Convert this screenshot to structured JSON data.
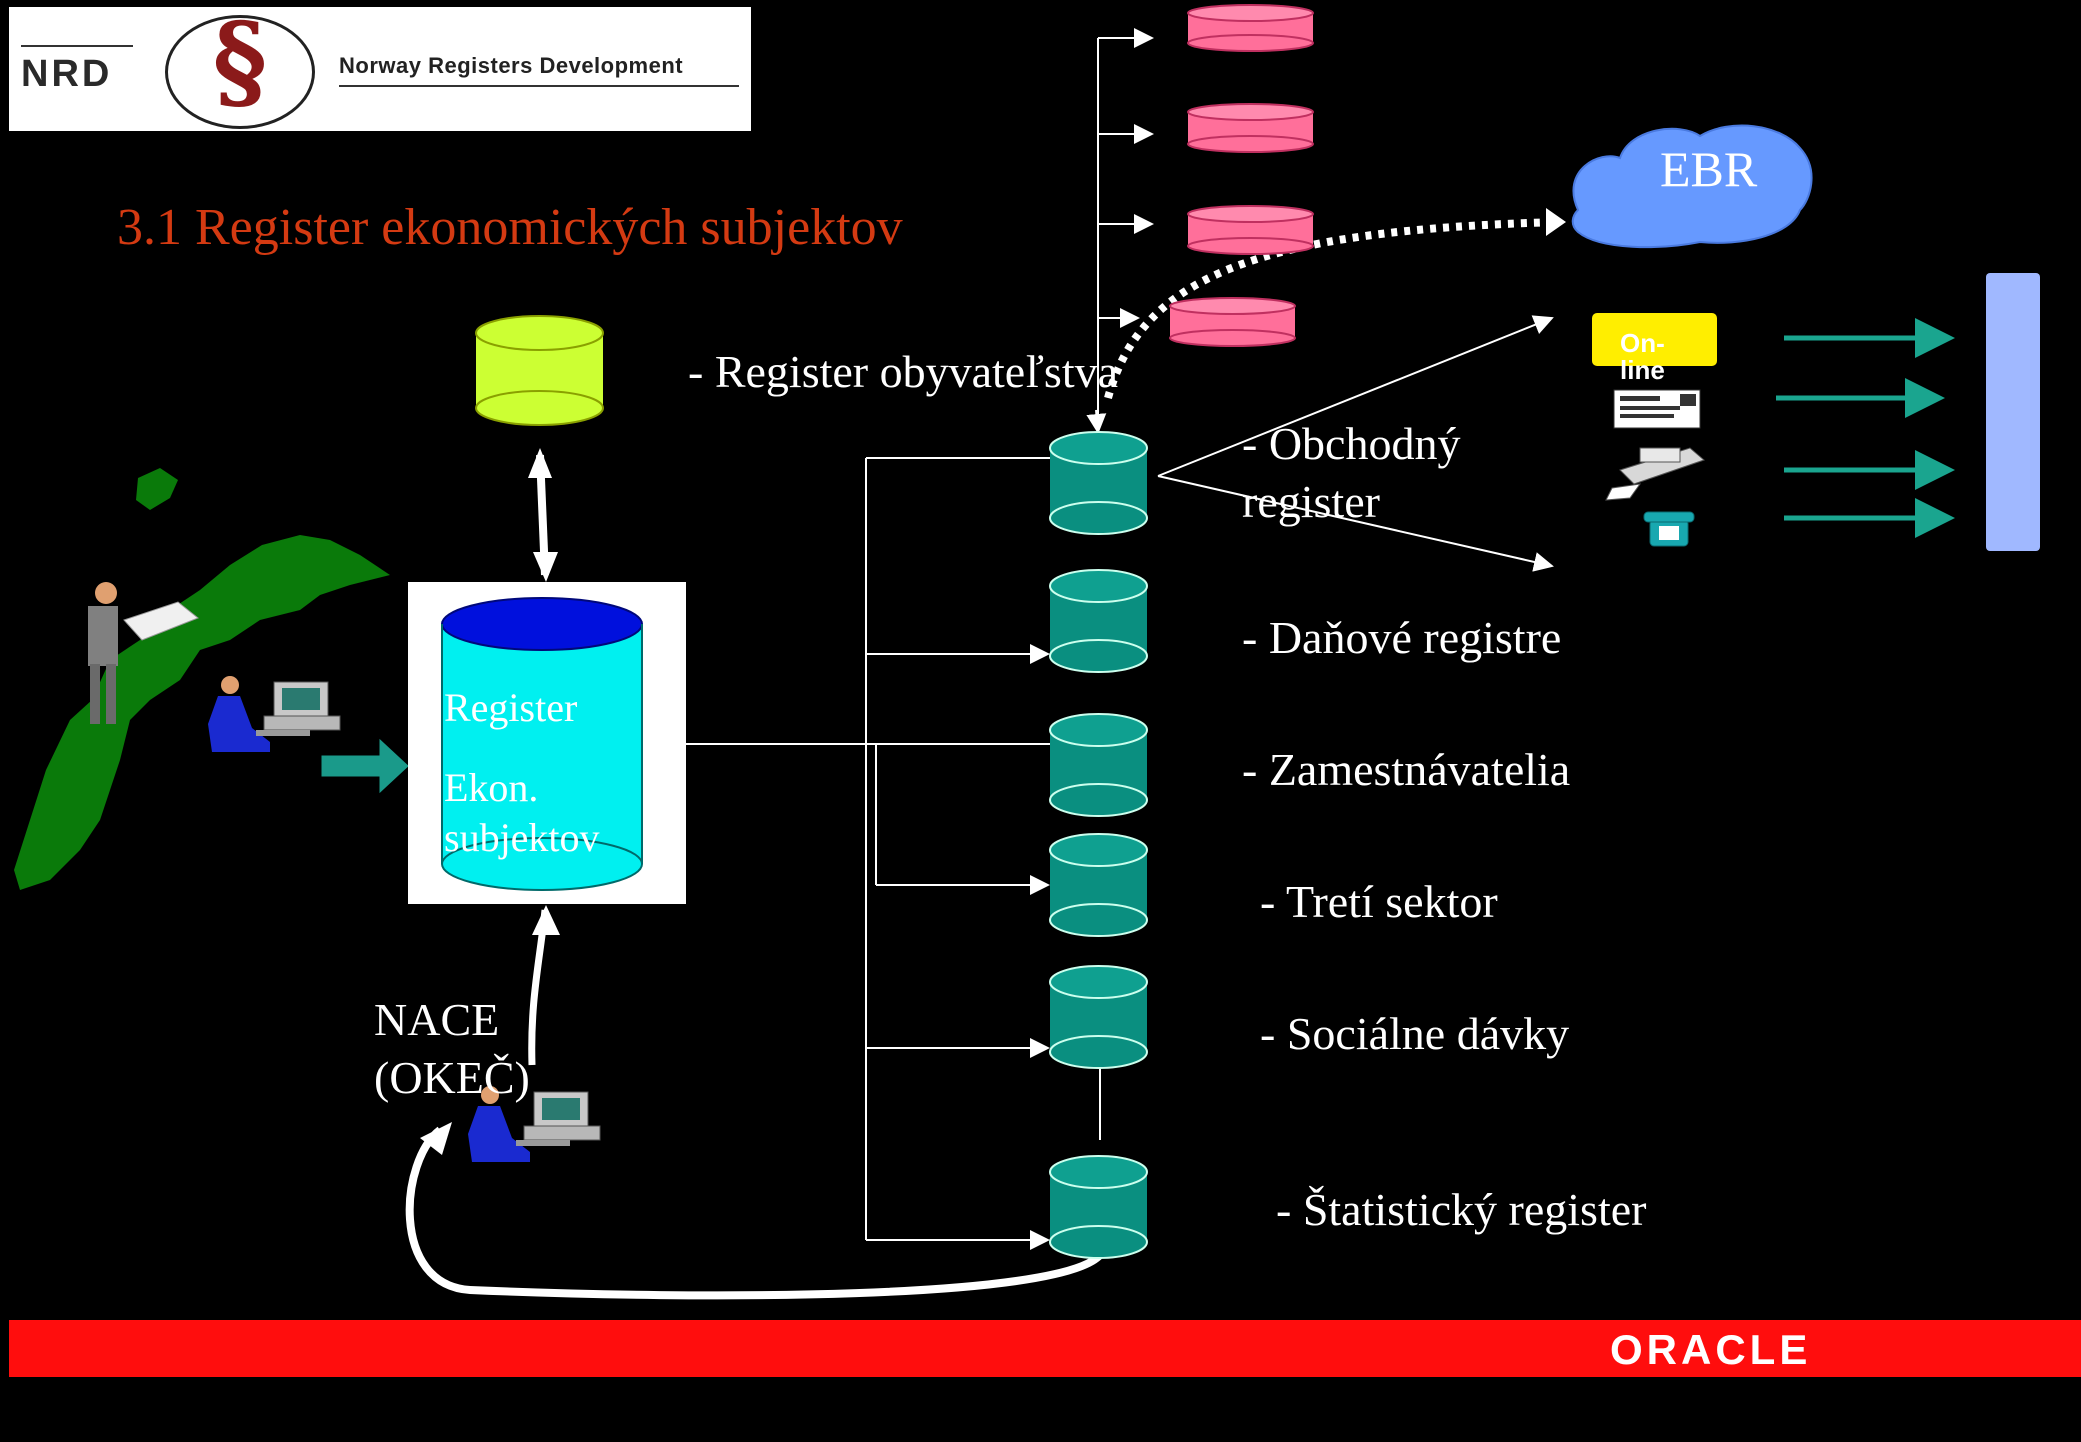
{
  "logo": {
    "abbr": "NRD",
    "symbol": "§",
    "name": "Norway Registers Development"
  },
  "title": "3.1 Register ekonomických subjektov",
  "central_db": {
    "line1": "Register",
    "line2": "Ekon.",
    "line3": "subjektov"
  },
  "nace_label": {
    "line1": "NACE",
    "line2": "(OKEČ)"
  },
  "population_register": "- Register obyvateľstva",
  "ebr": "EBR",
  "online_label": "On-line",
  "registers": [
    {
      "label": "- Obchodný",
      "label2": "register"
    },
    {
      "label": "- Daňové registre"
    },
    {
      "label": "- Zamestnávatelia"
    },
    {
      "label": "- Tretí sektor"
    },
    {
      "label": "- Sociálne dávky"
    },
    {
      "label": "- Štatistický register"
    }
  ],
  "footer": {
    "brand": "ORACLE"
  },
  "colors": {
    "title": "#d43a12",
    "teal_db": "#0a8f80",
    "pink_db": "#ff6f9a",
    "lime_db": "#ccff33",
    "cyan_db": "#00f0f0",
    "blue_db_top": "#0010dd",
    "ebr_cloud": "#6699ff",
    "banner": "#ff0d0d",
    "map_green": "#0a7a0a"
  }
}
